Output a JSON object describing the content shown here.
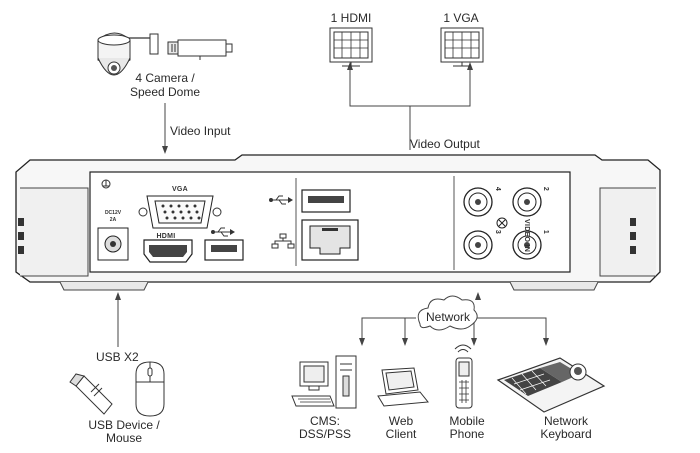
{
  "labels": {
    "camera": [
      "4  Camera /",
      "Speed Dome"
    ],
    "video_input": "Video Input",
    "hdmi_out": "1 HDMI",
    "vga_out": "1 VGA",
    "video_output": "Video Output",
    "usb_x2": "USB X2",
    "usb_device": [
      "USB Device /",
      "Mouse"
    ],
    "network": "Network",
    "cms": [
      "CMS:",
      "DSS/PSS"
    ],
    "web_client": [
      "Web",
      "Client"
    ],
    "mobile_phone": [
      "Mobile",
      "Phone"
    ],
    "network_keyboard": [
      "Network",
      "Keyboard"
    ]
  },
  "panel": {
    "vga_port": "VGA",
    "hdmi_port": "HDMI",
    "power": [
      "DC12V",
      "2A"
    ],
    "video_in_label": "VIDEO IN",
    "bnc_numbers": [
      "4",
      "2",
      "3",
      "1"
    ]
  },
  "icons": [
    "speed-dome-camera-icon",
    "bullet-camera-icon",
    "monitor-icon",
    "usb-stick-icon",
    "mouse-icon",
    "cloud-icon",
    "desktop-pc-icon",
    "laptop-icon",
    "mobile-phone-icon",
    "keyboard-icon",
    "usb-symbol-icon",
    "network-symbol-icon",
    "ground-icon"
  ]
}
